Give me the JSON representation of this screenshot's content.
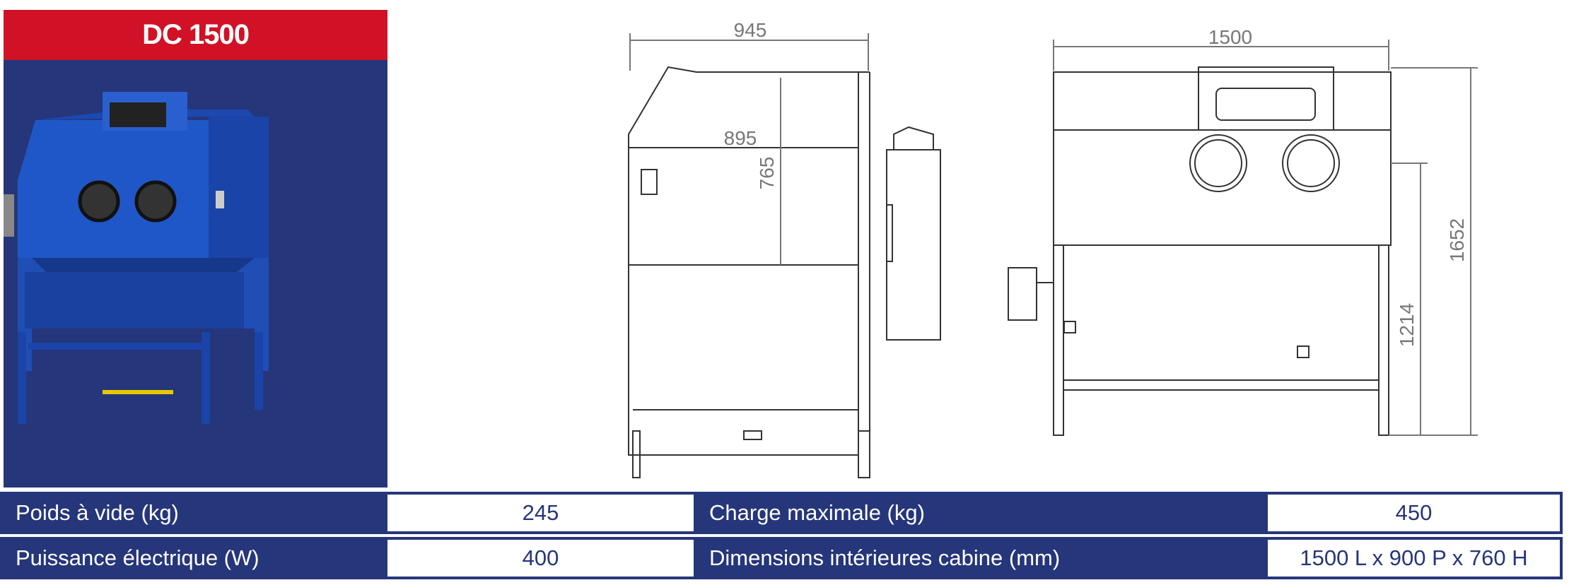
{
  "product": {
    "title": "DC 1500"
  },
  "dimensions": {
    "side_width": "945",
    "side_inner_width": "895",
    "side_inner_height": "765",
    "front_width": "1500",
    "front_total_height": "1652",
    "front_work_height": "1214"
  },
  "specs": [
    {
      "label": "Poids à vide (kg)",
      "value": "245",
      "label2": "Charge maximale (kg)",
      "value2": "450"
    },
    {
      "label": "Puissance électrique (W)",
      "value": "400",
      "label2": "Dimensions intérieures cabine (mm)",
      "value2": "1500 L x 900 P x 760 H"
    }
  ],
  "colors": {
    "brand_red": "#d01126",
    "brand_blue": "#26367a",
    "machine_blue": "#1f4fb5"
  }
}
